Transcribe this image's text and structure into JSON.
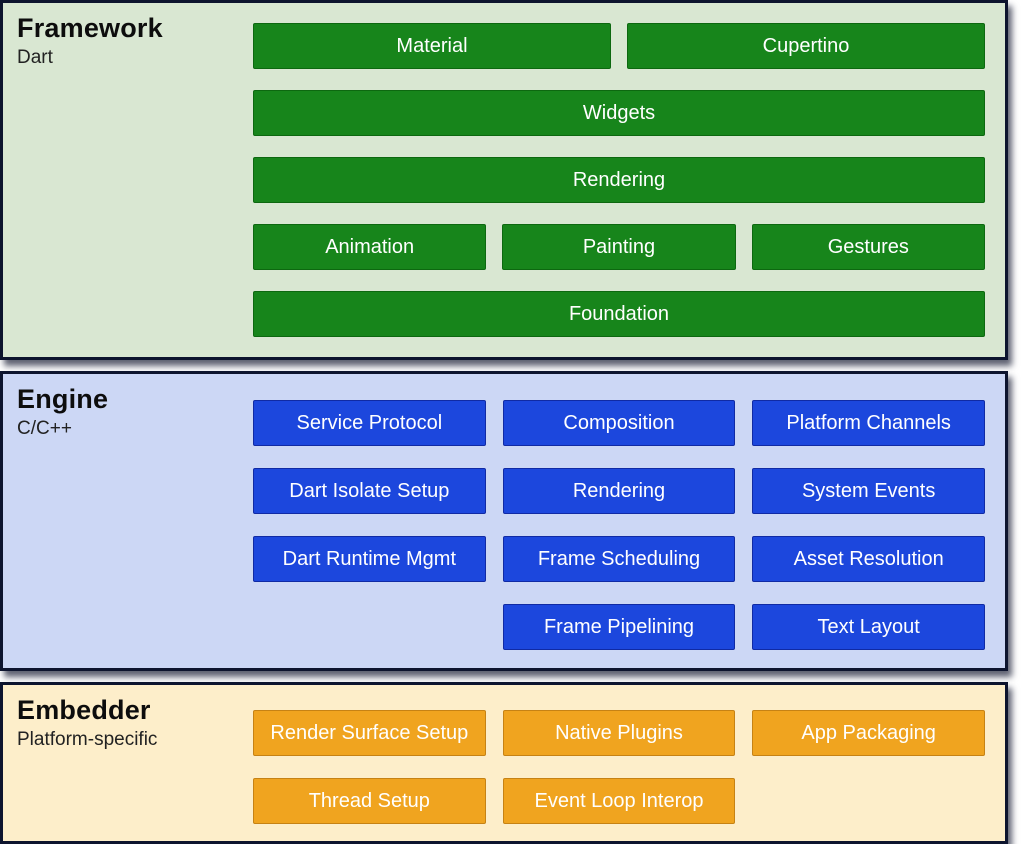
{
  "sections": {
    "framework": {
      "title": "Framework",
      "subtitle": "Dart",
      "rows": [
        [
          "Material",
          "Cupertino"
        ],
        [
          "Widgets"
        ],
        [
          "Rendering"
        ],
        [
          "Animation",
          "Painting",
          "Gestures"
        ],
        [
          "Foundation"
        ]
      ]
    },
    "engine": {
      "title": "Engine",
      "subtitle": "C/C++",
      "rows": [
        [
          "Service Protocol",
          "Composition",
          "Platform Channels"
        ],
        [
          "Dart Isolate Setup",
          "Rendering",
          "System Events"
        ],
        [
          "Dart Runtime Mgmt",
          "Frame Scheduling",
          "Asset Resolution"
        ],
        [
          "Frame Pipelining",
          "Text Layout"
        ]
      ]
    },
    "embedder": {
      "title": "Embedder",
      "subtitle": "Platform-specific",
      "rows": [
        [
          "Render Surface Setup",
          "Native Plugins",
          "App Packaging"
        ],
        [
          "Thread Setup",
          "Event Loop Interop"
        ]
      ]
    }
  },
  "colors": {
    "border": "#0d142e",
    "framework_bg": "#d9e7d2",
    "framework_block": "#17851b",
    "engine_bg": "#ccd7f5",
    "engine_block": "#1c47dd",
    "embedder_bg": "#fdeeca",
    "embedder_block": "#f0a41f"
  }
}
